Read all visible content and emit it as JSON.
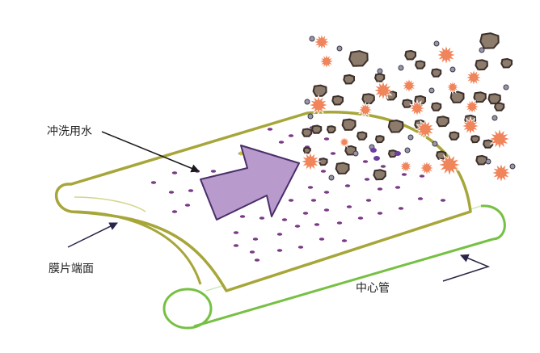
{
  "labels": {
    "flush_water": "冲洗用水",
    "membrane_end": "膜片端面",
    "center_tube": "中心管"
  },
  "colors": {
    "membrane_outline": "#a7a63a",
    "tube": "#76c043",
    "arrow_fill": "#b89bcc",
    "arrow_stroke": "#4b2e6b",
    "dot": "#7a3a86",
    "particle_orange": "#f0845a",
    "particle_gray": "#8d7b6c",
    "pointer": "#2c2448"
  }
}
